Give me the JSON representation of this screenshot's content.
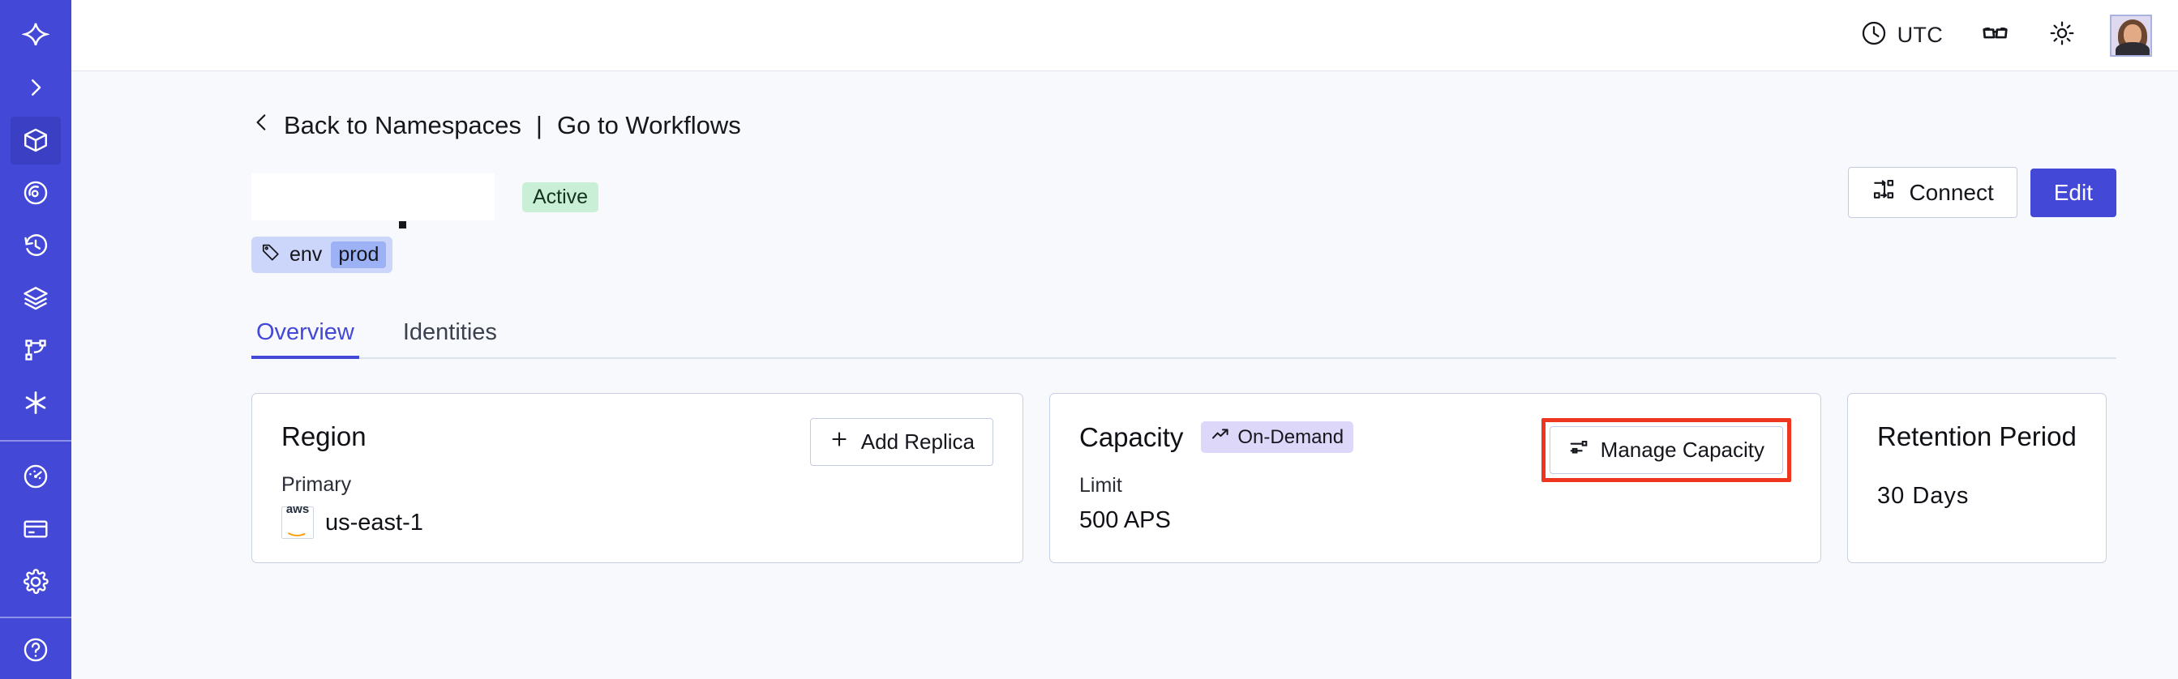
{
  "theme": {
    "sidebar_bg": "#4348d6",
    "sidebar_active_bg": "#3a3fc4",
    "accent": "#4348d6",
    "page_bg": "#f8f9fc",
    "card_border": "#c6cfe4",
    "status_active_bg": "#c9f0d6",
    "badge_ondemand_bg": "#ddd7f9",
    "tag_chip_bg": "#ccd6fb",
    "tag_value_bg": "#9db2f5",
    "highlight_red": "#ed3520",
    "aws_orange": "#ff9900"
  },
  "sidebar": {
    "items": [
      {
        "name": "logo",
        "icon": "temporal-logo-icon",
        "active": false
      },
      {
        "name": "expand",
        "icon": "chevron-right-icon",
        "active": false
      },
      {
        "name": "namespaces",
        "icon": "cube-icon",
        "active": true
      },
      {
        "name": "observe",
        "icon": "eye-radar-icon",
        "active": false
      },
      {
        "name": "history",
        "icon": "clock-rewind-icon",
        "active": false
      },
      {
        "name": "layers",
        "icon": "layers-icon",
        "active": false
      },
      {
        "name": "workflows",
        "icon": "git-branch-icon",
        "active": false
      },
      {
        "name": "integrations",
        "icon": "asterisk-icon",
        "active": false
      }
    ],
    "items_lower": [
      {
        "name": "usage",
        "icon": "gauge-icon",
        "active": false
      },
      {
        "name": "billing",
        "icon": "credit-card-icon",
        "active": false
      },
      {
        "name": "settings",
        "icon": "gear-icon",
        "active": false
      }
    ],
    "items_footer": [
      {
        "name": "help",
        "icon": "help-circle-icon",
        "active": false
      }
    ]
  },
  "topbar": {
    "timezone_label": "UTC",
    "clock_icon": "clock-icon",
    "glasses_icon": "glasses-icon",
    "theme_icon": "sun-icon",
    "avatar_icon": "user-avatar"
  },
  "breadcrumb": {
    "back_icon": "chevron-left-icon",
    "back_label": "Back to Namespaces",
    "separator": "|",
    "forward_label": "Go to Workflows"
  },
  "namespace": {
    "name": "",
    "name_redacted": true,
    "status": "Active",
    "tags": [
      {
        "key": "env",
        "value": "prod",
        "icon": "tag-icon"
      }
    ]
  },
  "header_actions": {
    "connect_label": "Connect",
    "connect_icon": "connect-icon",
    "edit_label": "Edit"
  },
  "tabs": [
    {
      "label": "Overview",
      "active": true
    },
    {
      "label": "Identities",
      "active": false
    }
  ],
  "cards": {
    "region": {
      "title": "Region",
      "action_label": "Add Replica",
      "action_icon": "plus-icon",
      "sub_label": "Primary",
      "provider_icon": "aws-logo",
      "value": "us-east-1"
    },
    "capacity": {
      "title": "Capacity",
      "badge_label": "On-Demand",
      "badge_icon": "trending-up-icon",
      "action_label": "Manage Capacity",
      "action_icon": "sliders-icon",
      "action_highlighted": true,
      "sub_label": "Limit",
      "value": "500 APS"
    },
    "retention": {
      "title": "Retention Period",
      "value": "30 Days"
    }
  }
}
